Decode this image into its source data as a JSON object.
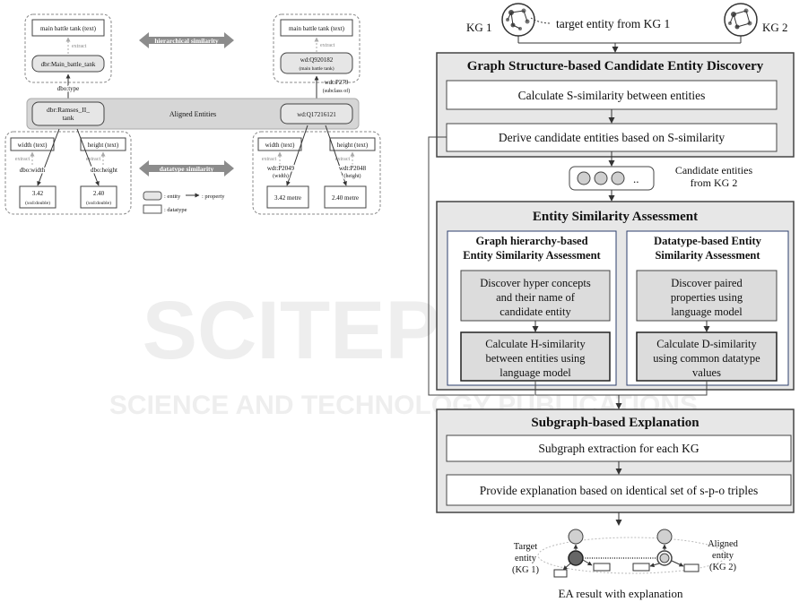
{
  "left": {
    "top_left": {
      "text_box": "main battle tank (text)",
      "extract": "extract",
      "entity": "dbr:Main_battle_tank"
    },
    "top_right": {
      "text_box": "main battle tank (text)",
      "extract": "extract",
      "entity_line1": "wd:Q920182",
      "entity_line2": "(main battle tank)"
    },
    "hier_label": "hierarchical similarity",
    "dbo_type": "dbo:type",
    "wdt_p279": "wdt:P279",
    "subclass_of": "(subclass of)",
    "aligned_label": "Aligned Entities",
    "left_entity_line1": "dbr:Ramses_II_",
    "left_entity_line2": "tank",
    "right_entity": "wd:Q17216121",
    "bl": {
      "width_text": "width (text)",
      "height_text": "height (text)",
      "extract1": "extract",
      "extract2": "extract",
      "prop1": "dbo:width",
      "prop2": "dbo:height",
      "val1": "3.42",
      "val1_type": "(xsd:double)",
      "val2": "2.40",
      "val2_type": "(xsd:double)"
    },
    "br": {
      "width_text": "width (text)",
      "height_text": "height (text)",
      "extract1": "extract",
      "extract2": "extract",
      "prop1": "wdt:P2049",
      "prop1_sub": "(width)",
      "prop2": "wdt:P2048",
      "prop2_sub": "(height)",
      "val1": "3.42 metre",
      "val2": "2.40 metre"
    },
    "dt_label": "datatype similarity",
    "legend": {
      "entity": ": entity",
      "property": ": property",
      "datatype": ": datatype"
    }
  },
  "right": {
    "kg1": "KG 1",
    "kg2": "KG 2",
    "target_text": "target entity from KG 1",
    "stage1_title": "Graph Structure-based Candidate Entity Discovery",
    "stage1_step1": "Calculate S-similarity between entities",
    "stage1_step2": "Derive candidate entities based on S-similarity",
    "candidates_dots": "..",
    "candidates_line1": "Candidate entities",
    "candidates_line2": "from KG 2",
    "stage2_title": "Entity Similarity Assessment",
    "gh_title1": "Graph hierarchy-based",
    "gh_title2": "Entity Similarity Assessment",
    "gh_step1": [
      "Discover hyper concepts",
      "and their name of",
      "candidate entity"
    ],
    "gh_step2": [
      "Calculate H-similarity",
      "between entities using",
      "language model"
    ],
    "dt_title1": "Datatype-based Entity",
    "dt_title2": "Similarity Assessment",
    "dt_step1": [
      "Discover paired",
      "properties using",
      "language model"
    ],
    "dt_step2": [
      "Calculate D-similarity",
      "using common datatype",
      "values"
    ],
    "stage3_title": "Subgraph-based Explanation",
    "stage3_step1": "Subgraph extraction for each KG",
    "stage3_step2": "Provide explanation based on identical set of s-p-o triples",
    "target_label": [
      "Target",
      "entity",
      "(KG 1)"
    ],
    "aligned_label": [
      "Aligned",
      "entity",
      "(KG 2)"
    ],
    "result_caption": "EA result with explanation"
  },
  "watermark": {
    "line1": "SCITEPRESS",
    "line2": "SCIENCE AND TECHNOLOGY PUBLICATIONS"
  }
}
